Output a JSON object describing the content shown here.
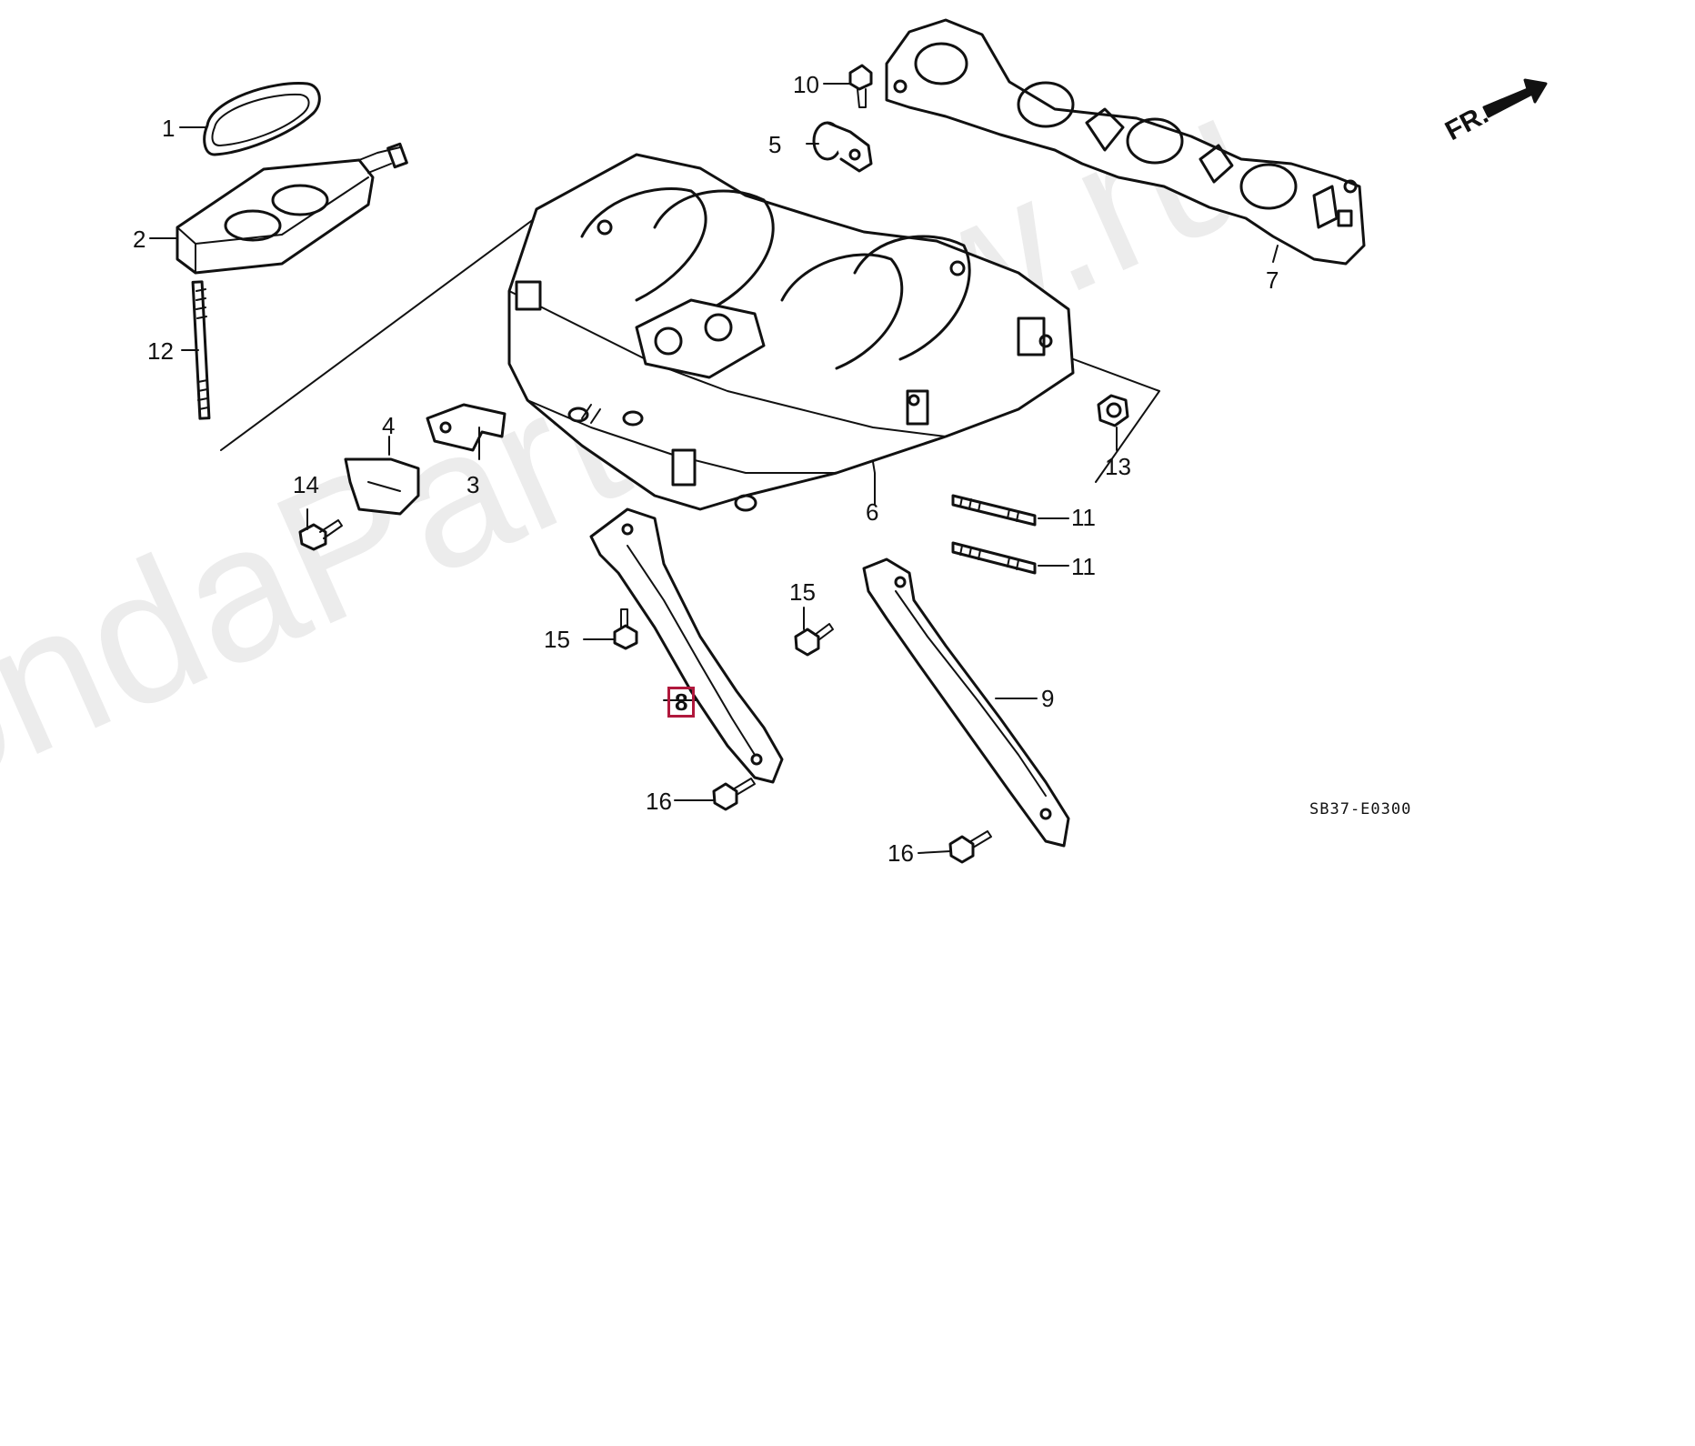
{
  "diagram": {
    "callouts": [
      {
        "id": "c1",
        "label": "1"
      },
      {
        "id": "c2",
        "label": "2"
      },
      {
        "id": "c3",
        "label": "3"
      },
      {
        "id": "c4",
        "label": "4"
      },
      {
        "id": "c5",
        "label": "5"
      },
      {
        "id": "c6",
        "label": "6"
      },
      {
        "id": "c7",
        "label": "7"
      },
      {
        "id": "c8",
        "label": "8",
        "selected": true
      },
      {
        "id": "c9",
        "label": "9"
      },
      {
        "id": "c10",
        "label": "10"
      },
      {
        "id": "c11a",
        "label": "11"
      },
      {
        "id": "c11b",
        "label": "11"
      },
      {
        "id": "c12",
        "label": "12"
      },
      {
        "id": "c13",
        "label": "13"
      },
      {
        "id": "c14",
        "label": "14"
      },
      {
        "id": "c15a",
        "label": "15"
      },
      {
        "id": "c15b",
        "label": "15"
      },
      {
        "id": "c16a",
        "label": "16"
      },
      {
        "id": "c16b",
        "label": "16"
      }
    ],
    "direction_label": "FR.",
    "drawing_code": "SB37-E0300",
    "watermark": "HondaPartsNow.ru"
  },
  "colors": {
    "line": "#111111",
    "highlight_border": "#b0183c"
  }
}
